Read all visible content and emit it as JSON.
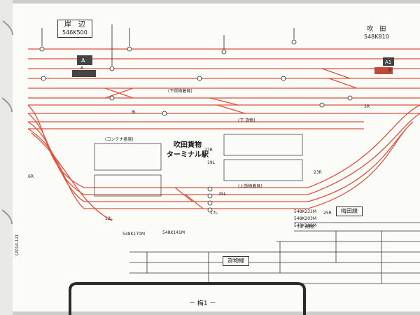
{
  "station_left": {
    "name": "岸　辺",
    "km": "546K500"
  },
  "station_right": {
    "name": "吹　田",
    "km": "548K810"
  },
  "terminal": {
    "line1": "吹田貨物",
    "line2": "ターミナル駅"
  },
  "umeda_line": "梅田線",
  "freight_line": "貨物線",
  "page_label": "－ 梅1 －",
  "km_marks": [
    "548K141M",
    "548K170M",
    "548K231M",
    "548K203M",
    "548K180M"
  ],
  "track_labels": [
    "(下貨物着発)",
    "(上貨物着発)",
    "(コンテナ着発)",
    "(上 貨物)",
    "(下 貨物)"
  ],
  "signals": [
    "A",
    "B",
    "27R",
    "35L",
    "23R",
    "17L",
    "19L",
    "25R",
    "6R",
    "8L",
    "12L",
    "3R"
  ],
  "code_stamp": "(2014.12)",
  "colors": {
    "paper": "#fbfbf8",
    "track_red": "#e0503c",
    "ink": "#1a1a1a"
  }
}
